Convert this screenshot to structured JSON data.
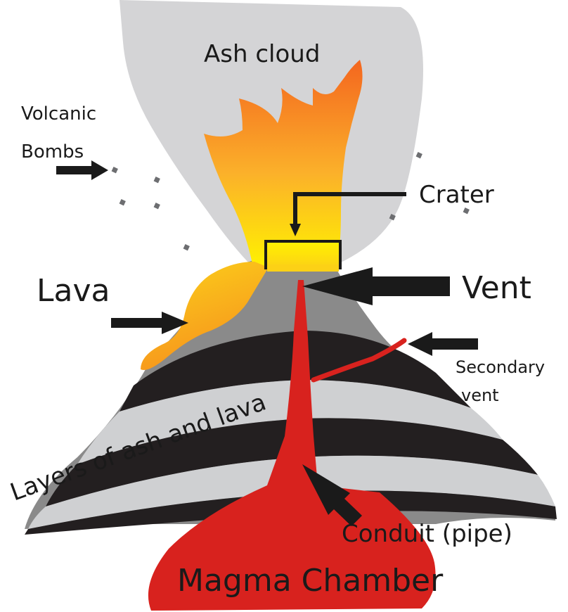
{
  "diagram": {
    "labels": {
      "ash_cloud": "Ash cloud",
      "volcanic_bombs_line1": "Volcanic",
      "volcanic_bombs_line2": "Bombs",
      "crater": "Crater",
      "lava": "Lava",
      "vent": "Vent",
      "secondary_vent_line1": "Secondary",
      "secondary_vent_line2": "vent",
      "layers": "Layers of ash and lava",
      "conduit": "Conduit (pipe)",
      "magma_chamber": "Magma Chamber"
    },
    "colors": {
      "ash_cloud": "#d4d4d6",
      "mountain_gray": "#8a8a8a",
      "dark_layer": "#231f20",
      "light_layer": "#cfd0d2",
      "magma": "#d8221e",
      "lava_yellow": "#fbd21a",
      "lava_orange": "#f7941d",
      "arrow": "#1a1a1a"
    }
  }
}
